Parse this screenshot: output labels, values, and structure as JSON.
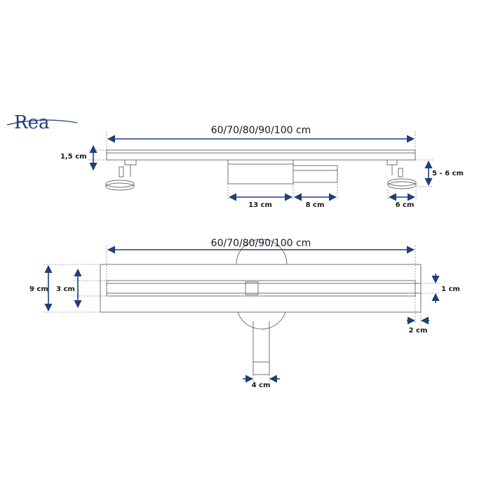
{
  "brand": {
    "logo_text": "Rea"
  },
  "colors": {
    "arrow": "#1f3f7a",
    "outline": "#707070",
    "dotted": "#8a8a8a",
    "logo": "#1f3f7a"
  },
  "side_view": {
    "length_label": "60/70/80/90/100 cm",
    "height_label": "1,5 cm",
    "leg_height_label": "5 - 6 cm",
    "body_width_label": "13 cm",
    "outlet_width_label": "8 cm",
    "foot_width_label": "6 cm"
  },
  "top_view": {
    "length_label": "60/70/80/90/100 cm",
    "width_label": "9 cm",
    "channel_width_label": "3 cm",
    "slot_label": "1 cm",
    "end_gap_label": "2 cm",
    "pipe_diameter_label": "4 cm"
  }
}
